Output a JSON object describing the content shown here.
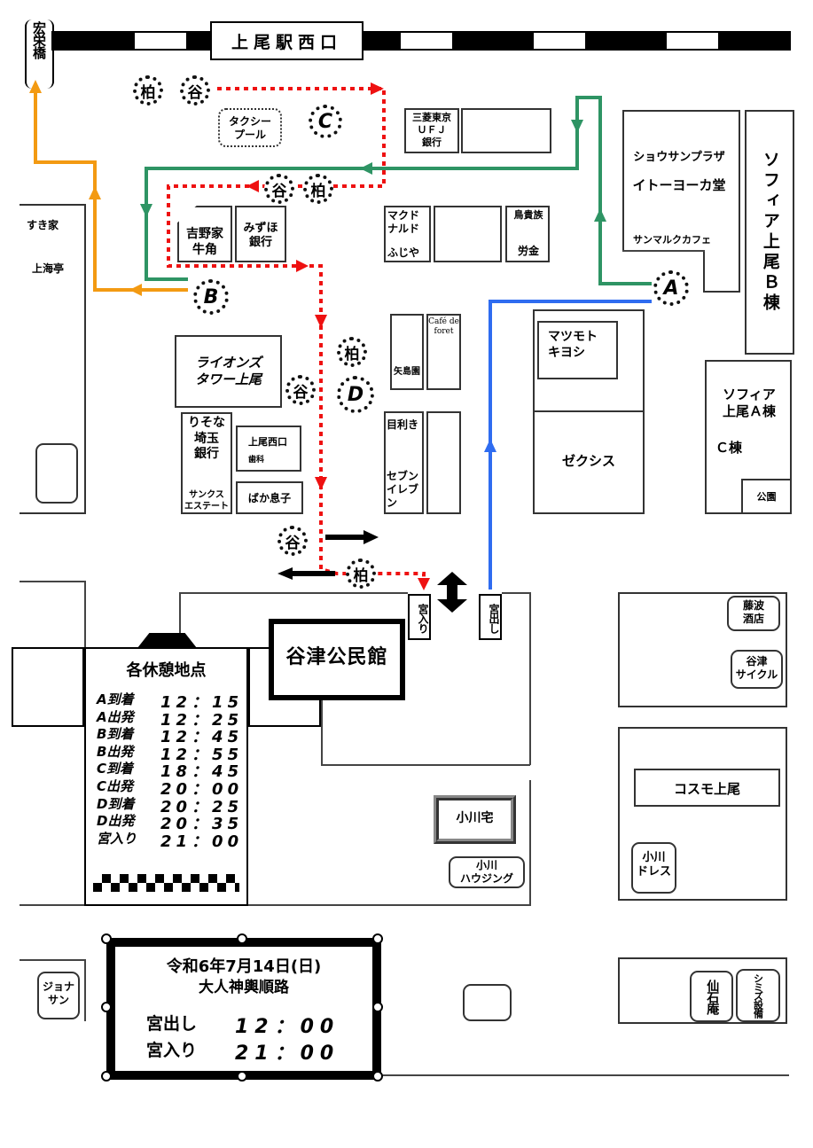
{
  "title": {
    "station": "上尾駅西口",
    "bridge": "宏栄橋"
  },
  "shops": {
    "taxi": "タクシー\nプール",
    "mufg": "三菱東京\nＵＦＪ\n銀行",
    "ito_sub": "ショウサンプラザ",
    "ito": "イトーヨーカ堂",
    "saint_marc": "サンマルクカフェ",
    "sofia_b": "ソフィア上尾Ｂ棟",
    "sukiya": "すき家",
    "shanghai": "上海亭",
    "yoshinoya": "吉野家\n牛角",
    "mizuho": "みずほ\n銀行",
    "mcd": "マクド\nナルド",
    "fujiya": "ふじや",
    "torikizoku": "鳥貴族",
    "rokin": "労金",
    "lions": "ライオンズ\nタワー上尾",
    "resona": "りそな\n埼玉\n銀行",
    "thanks": "サンクス\nエステート",
    "dental_1": "上尾西口",
    "dental_2": "歯科",
    "bakamusuko": "ばか息子",
    "yajimaen": "矢島園",
    "cafe": "Café de\nforet",
    "mekiki": "目利き",
    "seven": "セブン\nイレブ\nン",
    "matsukiyo": "マツモト\nキヨシ",
    "zexis": "ゼクシス",
    "sofia_a": "ソフィア\n上尾Ａ棟",
    "sofia_c": "Ｃ棟",
    "park": "公園",
    "kominkan": "谷津公民館",
    "miyairi": "宮入り",
    "miyadashi": "宮出し",
    "ogawa_house": "小川宅",
    "ogawa_housing": "小川\nハウジング",
    "fujinami": "藤波\n酒店",
    "yatsu_cycle": "谷津\nサイクル",
    "cosmo": "コスモ上尾",
    "ogawa_dress": "小川\nドレス",
    "sengokuan": "仙石庵",
    "shimizu": "シミズ設備",
    "jonathan": "ジョナ\nサン"
  },
  "markers": {
    "kashiwa": "柏",
    "yatsu": "谷",
    "A": "A",
    "B": "B",
    "C": "C",
    "D": "D"
  },
  "schedule": {
    "title": "各休憩地点",
    "rows": [
      {
        "label": "A到着",
        "time": "12：15"
      },
      {
        "label": "A出発",
        "time": "12：25"
      },
      {
        "label": "B到着",
        "time": "12：45"
      },
      {
        "label": "B出発",
        "time": "12：55"
      },
      {
        "label": "C到着",
        "time": "18：45"
      },
      {
        "label": "C出発",
        "time": "20：00"
      },
      {
        "label": "D到着",
        "time": "20：25"
      },
      {
        "label": "D出発",
        "time": "20：35"
      },
      {
        "label": "宮入り",
        "time": "21：00"
      }
    ]
  },
  "info": {
    "date": "令和6年7月14日(日)",
    "title": "大人神輿順路",
    "rows": [
      {
        "label": "宮出し",
        "time": "12：00"
      },
      {
        "label": "宮入り",
        "time": "21：00"
      }
    ]
  },
  "colors": {
    "red": "#ee1111",
    "green": "#2e9464",
    "orange": "#f39a12",
    "blue": "#2f6cf0"
  }
}
